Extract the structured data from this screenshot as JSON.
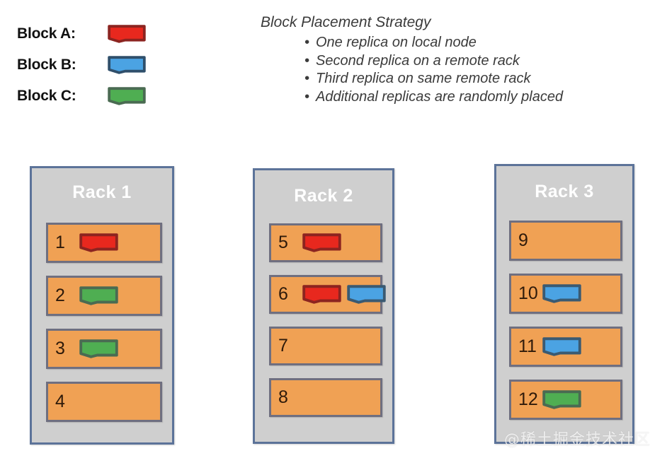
{
  "legend": {
    "items": [
      {
        "label": "Block A:",
        "block": "A",
        "color": "#e8281e",
        "border": "#8c2420",
        "icon": "block-swatch-red"
      },
      {
        "label": "Block B:",
        "block": "B",
        "color": "#4ba3e3",
        "border": "#2f4f6b",
        "icon": "block-swatch-blue"
      },
      {
        "label": "Block C:",
        "block": "C",
        "color": "#4fae52",
        "border": "#4a6b52",
        "icon": "block-swatch-green"
      }
    ]
  },
  "strategy": {
    "title": "Block Placement Strategy",
    "bullet_glyph": "•",
    "items": [
      "One replica on local node",
      "Second replica on a remote rack",
      "Third replica on same remote rack",
      "Additional replicas are randomly placed"
    ]
  },
  "colors": {
    "rack_fill": "#cfcfcf",
    "rack_border": "#5c7399",
    "node_fill": "#f0a154",
    "node_border": "#6f6f80",
    "node_text": "#2e1a0a",
    "rack_title_text": "#ffffff",
    "block_a": "#e8281e",
    "block_b": "#4ba3e3",
    "block_c": "#4fae52"
  },
  "racks": [
    {
      "title": "Rack 1",
      "nodes": [
        {
          "id": "1",
          "blocks": [
            "A"
          ]
        },
        {
          "id": "2",
          "blocks": [
            "C"
          ]
        },
        {
          "id": "3",
          "blocks": [
            "C"
          ]
        },
        {
          "id": "4",
          "blocks": []
        }
      ]
    },
    {
      "title": "Rack 2",
      "nodes": [
        {
          "id": "5",
          "blocks": [
            "A"
          ]
        },
        {
          "id": "6",
          "blocks": [
            "A",
            "B"
          ]
        },
        {
          "id": "7",
          "blocks": []
        },
        {
          "id": "8",
          "blocks": []
        }
      ]
    },
    {
      "title": "Rack 3",
      "nodes": [
        {
          "id": "9",
          "blocks": []
        },
        {
          "id": "10",
          "blocks": [
            "B"
          ]
        },
        {
          "id": "11",
          "blocks": [
            "B"
          ]
        },
        {
          "id": "12",
          "blocks": [
            "C"
          ]
        }
      ]
    }
  ],
  "watermark": {
    "text": "@稀土掘金技术社区"
  }
}
